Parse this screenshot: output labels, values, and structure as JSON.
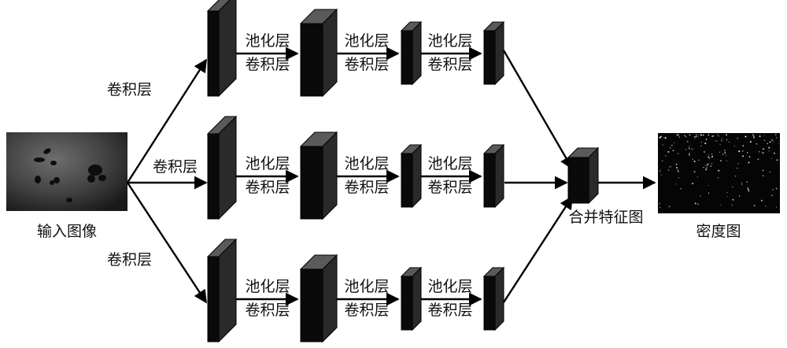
{
  "labels": {
    "input_image": "输入图像",
    "conv_layer": "卷积层",
    "pool_layer": "池化层",
    "merge_features": "合并特征图",
    "density_map": "密度图"
  },
  "colors": {
    "block_front": "#0a0a0a",
    "block_top": "#5a5a5a",
    "block_side": "#2a2a2a",
    "arrow": "#000000"
  }
}
